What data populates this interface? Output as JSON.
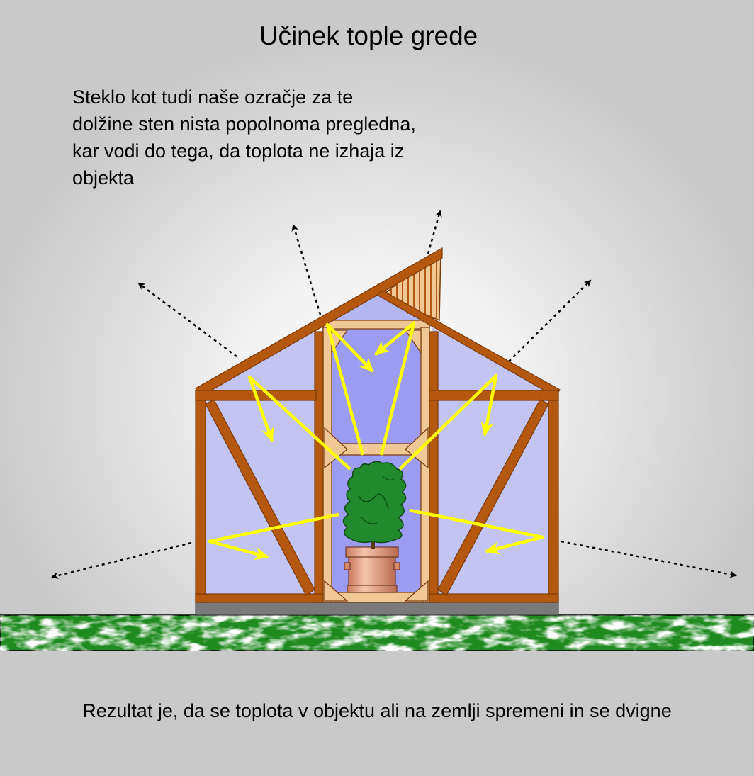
{
  "title": "Učinek tople grede",
  "description": "Steklo kot tudi naše ozračje za te dolžine sten nista popolnoma pregledna, kar vodi do tega, da toplota ne izhaja iz objekta",
  "description_lines": [
    "Steklo kot tudi naše ozračje za te",
    "dolžine sten nista popolnoma pregledna,",
    "kar vodi do tega, da toplota ne izhaja iz",
    "objekta"
  ],
  "result": "Rezultat je, da se toplota v objektu ali na zemlji spremeni in se dvigne",
  "colors": {
    "wood": "#b5580f",
    "wood_dark": "#7a3a08",
    "wood_light": "#f0c896",
    "glass": "#c3c4f2",
    "glass_center": "#9c9cf3",
    "heat_ray": "#ffff00",
    "escape_arrow": "#000000",
    "grass_green": "#1f8a1f",
    "plant_green": "#218a2d",
    "pot": "#e8a88c",
    "foundation": "#7a7a7a"
  }
}
